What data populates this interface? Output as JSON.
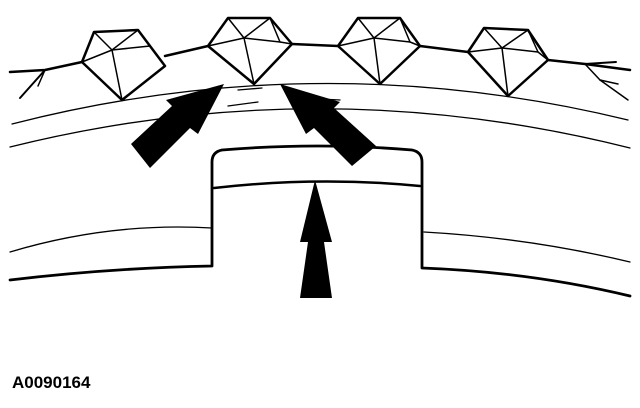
{
  "figure": {
    "reference_code": "A0090164",
    "colors": {
      "ink": "#000000",
      "background": "#ffffff"
    },
    "elements": {
      "ring_gear_teeth_count": 4,
      "arrows_count": 3
    }
  }
}
